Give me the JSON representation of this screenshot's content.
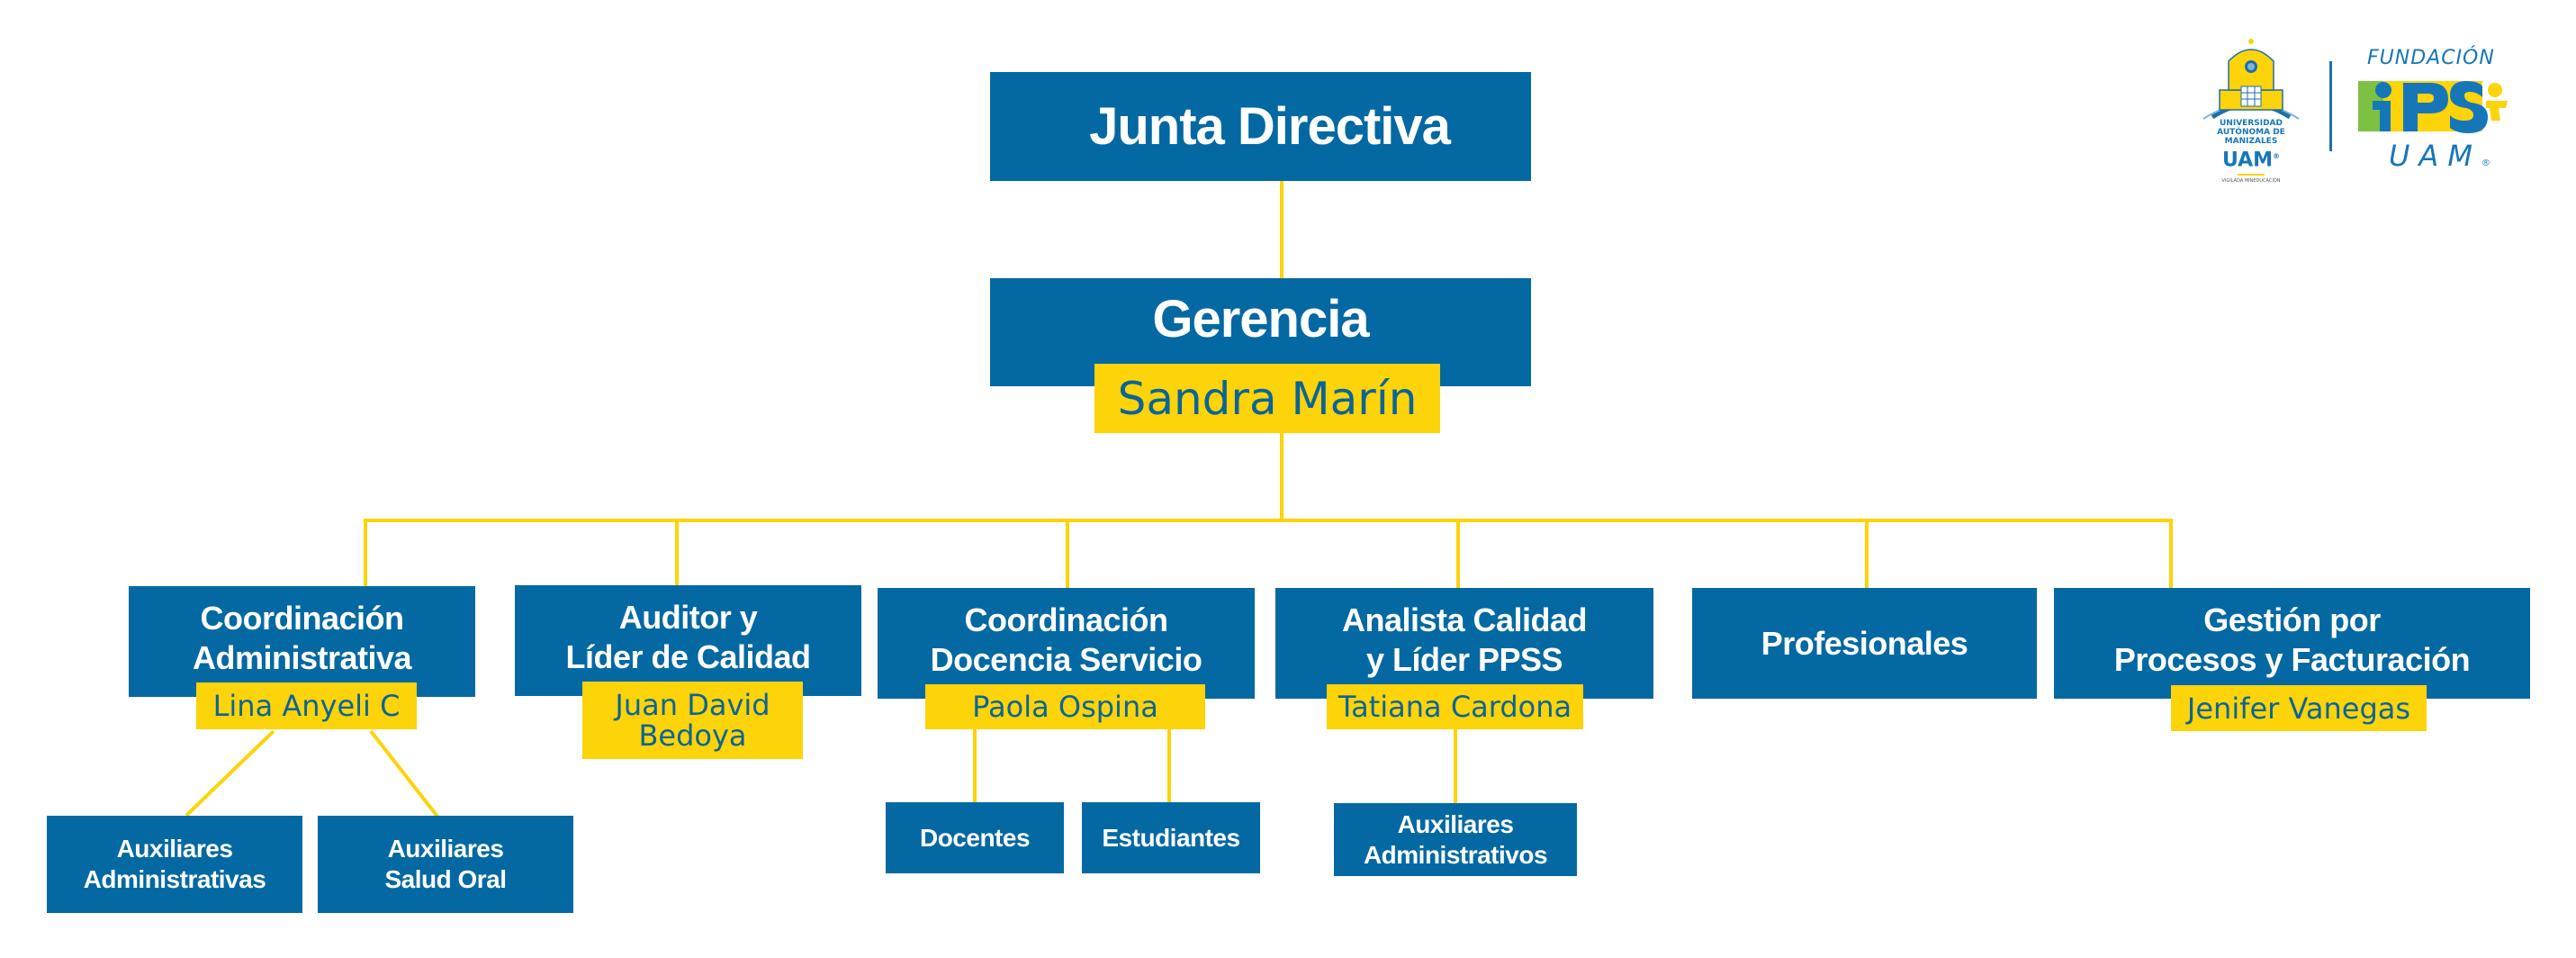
{
  "colors": {
    "box_blue": "#0469A2",
    "connector_yellow": "#FDD30A",
    "name_text_blue": "#0A6596",
    "text_white": "#FFFFFF"
  },
  "logos": {
    "uam": {
      "line1": "UNIVERSIDAD",
      "line2": "AUTÓNOMA DE",
      "line3": "MANIZALES",
      "acronym": "UAM",
      "registered": "®",
      "tagline": "VIGILADA MINEDUCACIÓN"
    },
    "ips": {
      "top": "FUNDACIÓN",
      "mark": "IPS",
      "bottom": "UAM",
      "registered": "®"
    }
  },
  "org": {
    "board": {
      "title": "Junta Directiva"
    },
    "management": {
      "title": "Gerencia",
      "person": "Sandra Marín"
    },
    "departments": [
      {
        "title_line1": "Coordinación",
        "title_line2": "Administrativa",
        "person": "Lina Anyeli C",
        "children": [
          {
            "line1": "Auxiliares",
            "line2": "Administrativas"
          },
          {
            "line1": "Auxiliares",
            "line2": "Salud Oral"
          }
        ]
      },
      {
        "title_line1": "Auditor y",
        "title_line2": "Líder de Calidad",
        "person_line1": "Juan David",
        "person_line2": "Bedoya"
      },
      {
        "title_line1": "Coordinación",
        "title_line2": "Docencia Servicio",
        "person": "Paola Ospina",
        "children": [
          {
            "line1": "Docentes"
          },
          {
            "line1": "Estudiantes"
          }
        ]
      },
      {
        "title_line1": "Analista Calidad",
        "title_line2": "y Líder PPSS",
        "person": "Tatiana Cardona",
        "children": [
          {
            "line1": "Auxiliares",
            "line2": "Administrativos"
          }
        ]
      },
      {
        "title_line1": "Profesionales"
      },
      {
        "title_line1": "Gestión por",
        "title_line2": "Procesos y Facturación",
        "person": "Jenifer Vanegas"
      }
    ]
  }
}
